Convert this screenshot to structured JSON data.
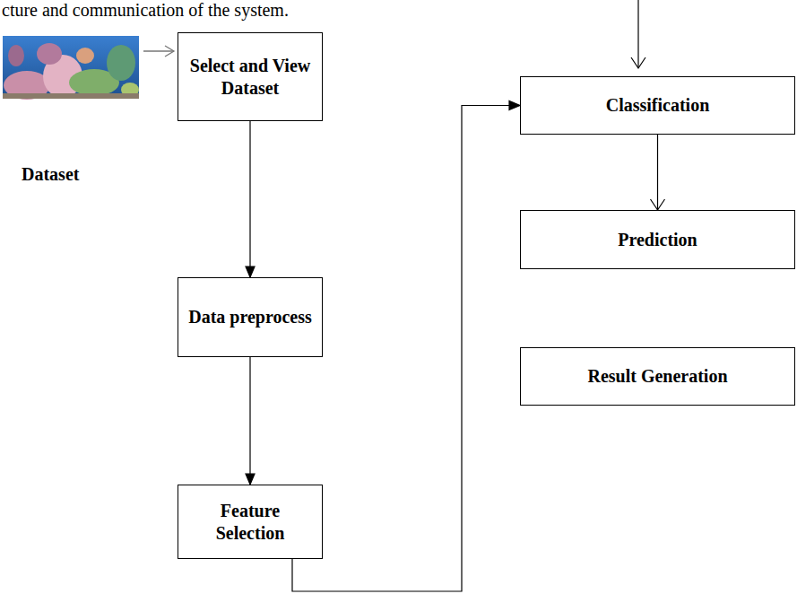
{
  "diagram": {
    "nodes": [
      {
        "text": [
          "Select and View Dataset"
        ]
      },
      {
        "text": [
          "Data preprocess"
        ]
      },
      {
        "text": [
          "Feature Selection"
        ]
      },
      {
        "text": [
          "Classification"
        ]
      },
      {
        "text": [
          "Prediction"
        ]
      },
      {
        "text": [
          "Result Generation"
        ]
      }
    ],
    "edges": [
      {
        "from": 0,
        "to": 1,
        "arrow": "to"
      },
      {
        "from": 1,
        "to": 2,
        "arrow": "to"
      },
      {
        "from": 2,
        "to": 3,
        "arrow": "to"
      },
      {
        "from": 3,
        "to": 4,
        "arrow": "to"
      }
    ],
    "labels": [
      "cture and communication of the system.",
      "Dataset"
    ]
  }
}
